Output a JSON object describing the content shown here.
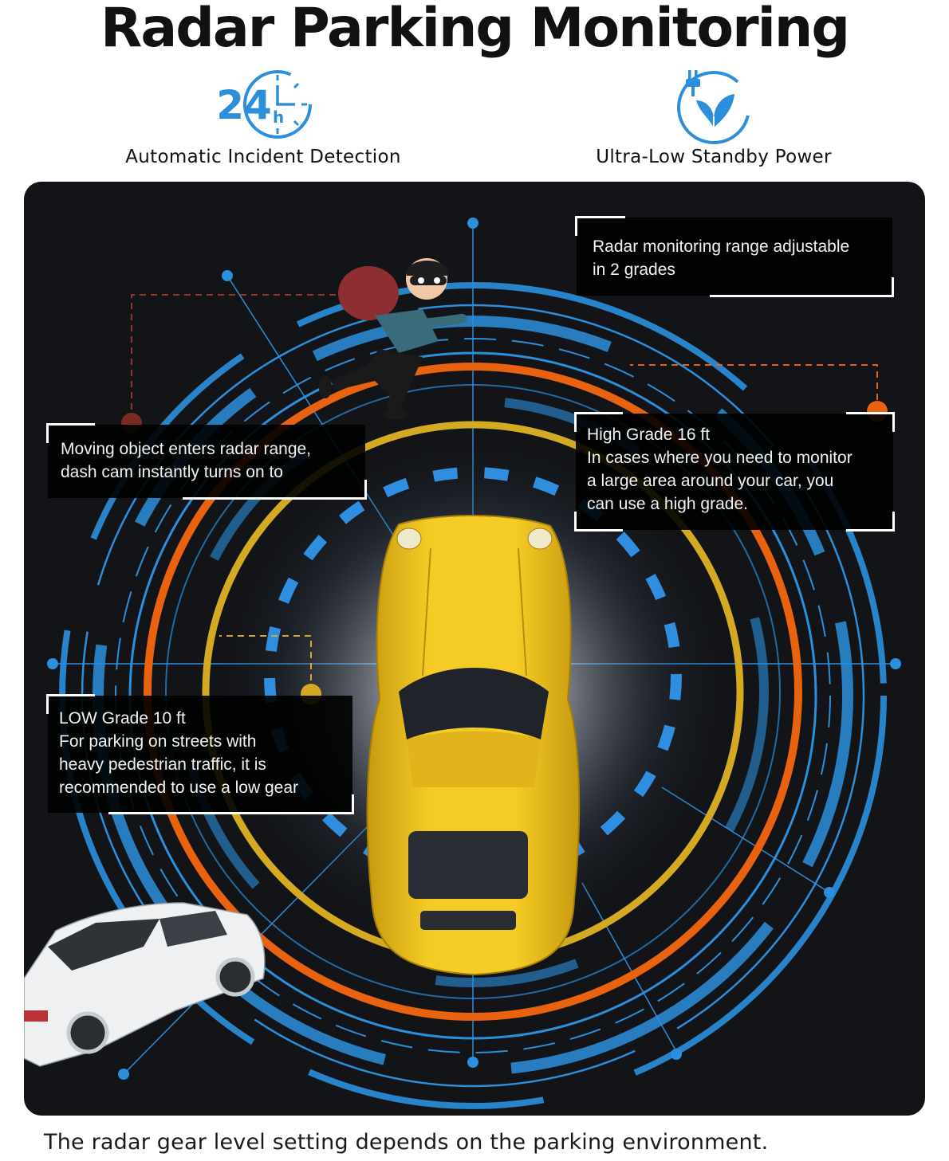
{
  "title": "Radar Parking Monitoring",
  "features": [
    {
      "icon": "clock-24h-icon",
      "label": "Automatic Incident Detection",
      "icon_text": "24",
      "icon_subtext": "h"
    },
    {
      "icon": "plug-leaf-icon",
      "label": "Ultra-Low Standby Power"
    }
  ],
  "callouts": {
    "range": {
      "lines": [
        "Radar monitoring range adjustable",
        "in 2 grades"
      ]
    },
    "moving": {
      "lines": [
        "Moving object enters radar range,",
        "dash cam instantly turns on to"
      ]
    },
    "high": {
      "lines": [
        "High Grade 16 ft",
        "In cases where you need to monitor",
        "a large area around your car, you",
        "can use a high grade."
      ]
    },
    "low": {
      "lines": [
        "LOW Grade 10 ft",
        "For parking on streets with",
        "heavy pedestrian traffic, it is",
        "recommended to use a low gear"
      ]
    }
  },
  "footer": "The radar gear level setting depends on the parking environment.",
  "colors": {
    "accent_blue": "#2b8fdc",
    "ring_orange": "#e8620f",
    "ring_yellow": "#d4aa22",
    "panel_bg": "#121418",
    "car_yellow": "#f2c21a"
  }
}
